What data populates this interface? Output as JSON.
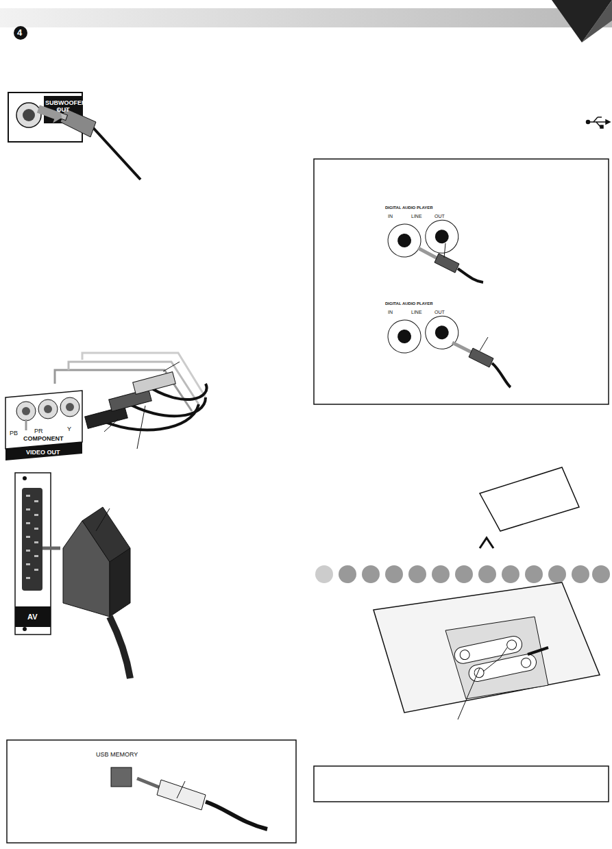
{
  "diagram": {
    "labels": [
      "4",
      "SUBWOOFER OUT",
      "PB",
      "PR",
      "Y",
      "COMPONENT",
      "VIDEO OUT",
      "AV",
      "USB MEMORY",
      "DIGITAL AUDIO PLAYER",
      "IN",
      "LINE",
      "OUT",
      "DIGITAL AUDIO PLAYER",
      "IN",
      "LINE",
      "OUT"
    ]
  }
}
